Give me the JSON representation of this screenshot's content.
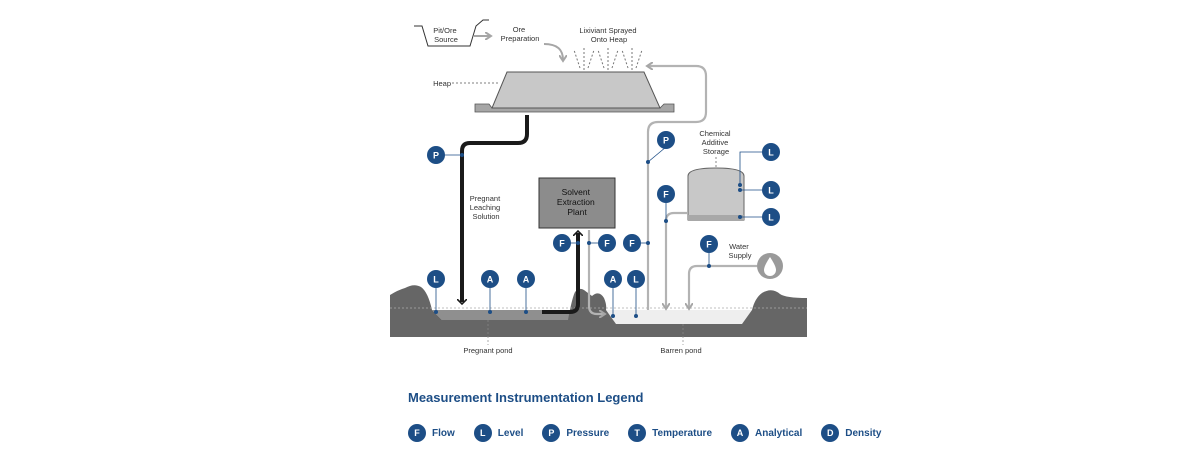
{
  "labels": {
    "pit_ore_source": [
      "Pit/Ore",
      "Source"
    ],
    "ore_preparation": [
      "Ore",
      "Preparation"
    ],
    "lixiviant": [
      "Lixiviant Sprayed",
      "Onto Heap"
    ],
    "heap": "Heap",
    "pregnant_solution": [
      "Pregnant",
      "Leaching",
      "Solution"
    ],
    "sx_plant": [
      "Solvent",
      "Extraction",
      "Plant"
    ],
    "chemical_storage": [
      "Chemical",
      "Additive",
      "Storage"
    ],
    "water_supply": [
      "Water",
      "Supply"
    ],
    "pregnant_pond": "Pregnant pond",
    "barren_pond": "Barren pond"
  },
  "instruments": {
    "p_pregnant_line": "P",
    "p_return_line": "P",
    "f_sx_left": "F",
    "f_sx_right": "F",
    "f_return": "F",
    "f_chemical": "F",
    "f_water": "F",
    "l_chem_top": "L",
    "l_chem_mid": "L",
    "l_chem_bottom": "L",
    "l_pregnant_pond": "L",
    "a_pregnant_1": "A",
    "a_pregnant_2": "A",
    "a_barren": "A",
    "l_barren": "L"
  },
  "legend": {
    "title": "Measurement Instrumentation Legend",
    "items": [
      {
        "code": "F",
        "label": "Flow"
      },
      {
        "code": "L",
        "label": "Level"
      },
      {
        "code": "P",
        "label": "Pressure"
      },
      {
        "code": "T",
        "label": "Temperature"
      },
      {
        "code": "A",
        "label": "Analytical"
      },
      {
        "code": "D",
        "label": "Density"
      }
    ]
  },
  "colors": {
    "badge": "#1d4e86",
    "ground": "#666666",
    "pipe_dark": "#1a1a1a",
    "pipe_light": "#b3b3b3"
  }
}
